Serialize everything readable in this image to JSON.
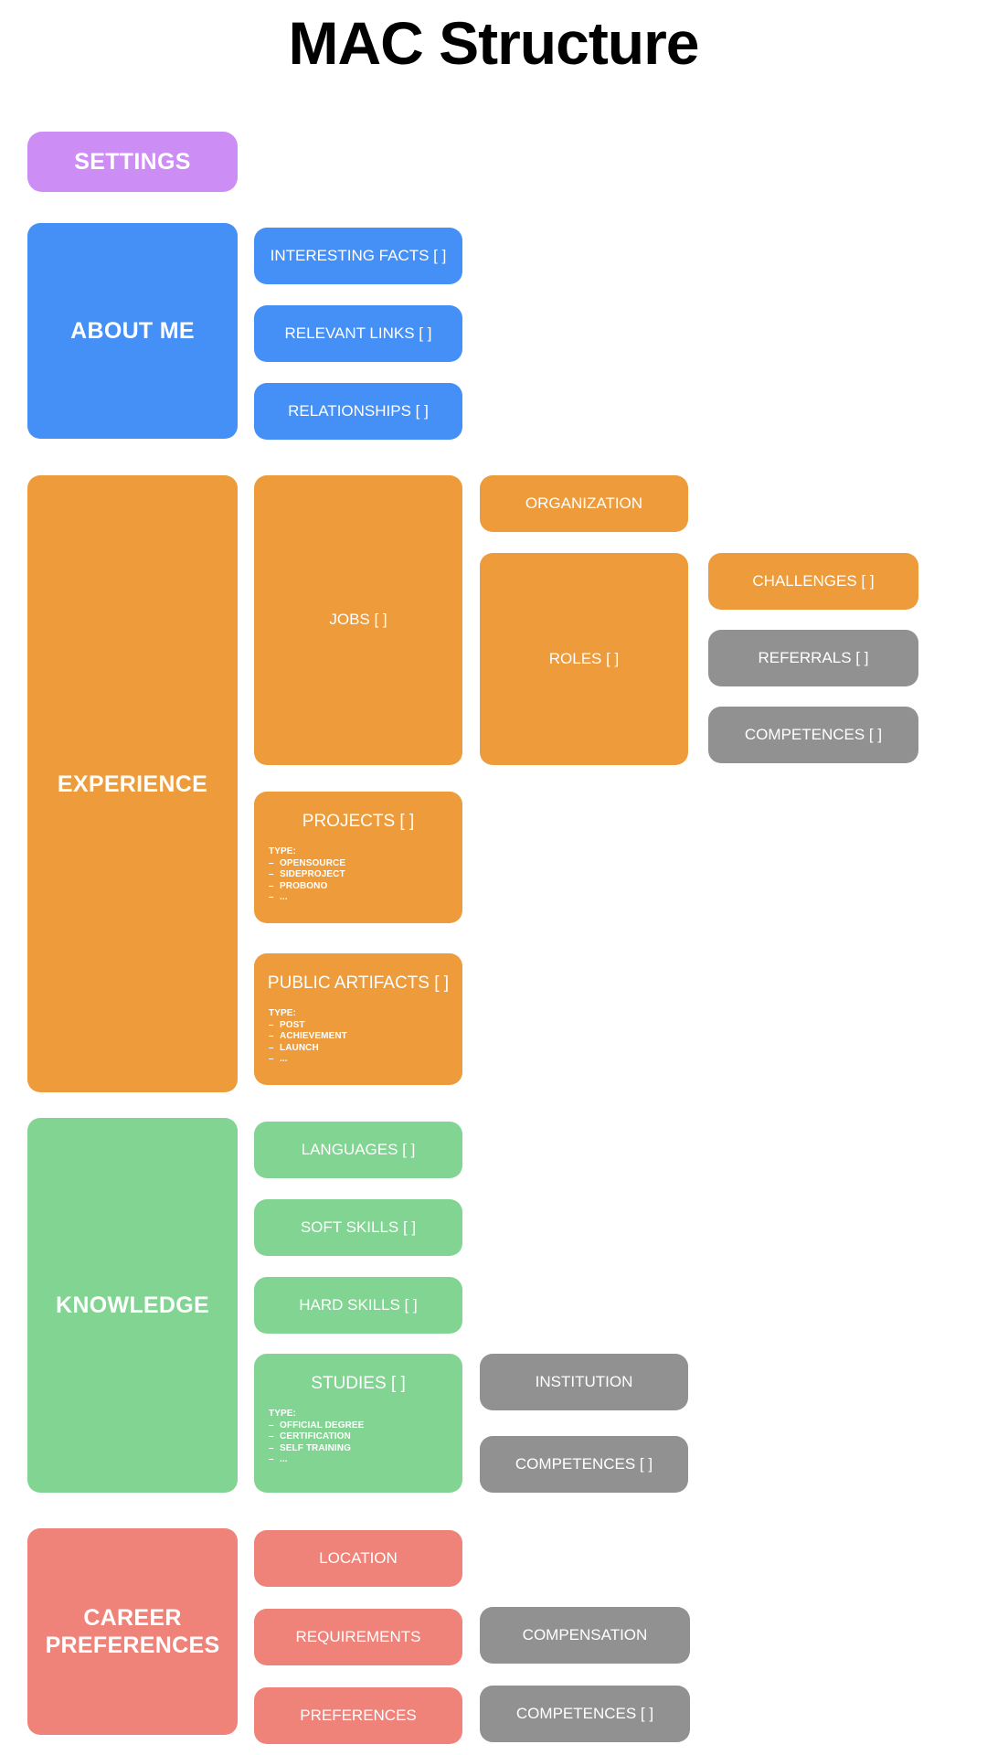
{
  "page": {
    "title": "MAC Structure",
    "background": "#ffffff"
  },
  "colors": {
    "purple": "#cc8ef5",
    "blue": "#4490f7",
    "orange": "#ed9b3b",
    "green": "#81d492",
    "red": "#ef8279",
    "gray": "#919191",
    "text_on_node": "#ffffff",
    "title_text": "#000000"
  },
  "sections": {
    "settings": {
      "label": "SETTINGS"
    },
    "about_me": {
      "label": "ABOUT ME",
      "children": [
        {
          "label": "INTERESTING FACTS [ ]"
        },
        {
          "label": "RELEVANT LINKS [ ]"
        },
        {
          "label": "RELATIONSHIPS [ ]"
        }
      ]
    },
    "experience": {
      "label": "EXPERIENCE",
      "jobs": {
        "label": "JOBS [ ]"
      },
      "organization": {
        "label": "ORGANIZATION"
      },
      "roles": {
        "label": "ROLES [ ]"
      },
      "challenges": {
        "label": "CHALLENGES [ ]"
      },
      "referrals": {
        "label": "REFERRALS [ ]"
      },
      "competences": {
        "label": "COMPETENCES [ ]"
      },
      "projects": {
        "label": "PROJECTS [ ]",
        "type_label": "TYPE:",
        "types": [
          "OPENSOURCE",
          "SIDEPROJECT",
          "PROBONO",
          "..."
        ]
      },
      "public_artifacts": {
        "label": "PUBLIC ARTIFACTS [ ]",
        "type_label": "TYPE:",
        "types": [
          "POST",
          "ACHIEVEMENT",
          "LAUNCH",
          "..."
        ]
      }
    },
    "knowledge": {
      "label": "KNOWLEDGE",
      "languages": {
        "label": "LANGUAGES [ ]"
      },
      "soft_skills": {
        "label": "SOFT SKILLS [ ]"
      },
      "hard_skills": {
        "label": "HARD SKILLS [ ]"
      },
      "studies": {
        "label": "STUDIES [ ]",
        "type_label": "TYPE:",
        "types": [
          "OFFICIAL DEGREE",
          "CERTIFICATION",
          "SELF TRAINING",
          "..."
        ]
      },
      "institution": {
        "label": "INSTITUTION"
      },
      "competences": {
        "label": "COMPETENCES [ ]"
      }
    },
    "career_preferences": {
      "label": "CAREER\nPREFERENCES",
      "label_line1": "CAREER",
      "label_line2": "PREFERENCES",
      "location": {
        "label": "LOCATION"
      },
      "requirements": {
        "label": "REQUIREMENTS"
      },
      "preferences": {
        "label": "PREFERENCES"
      },
      "compensation": {
        "label": "COMPENSATION"
      },
      "competences": {
        "label": "COMPETENCES [ ]"
      }
    }
  }
}
